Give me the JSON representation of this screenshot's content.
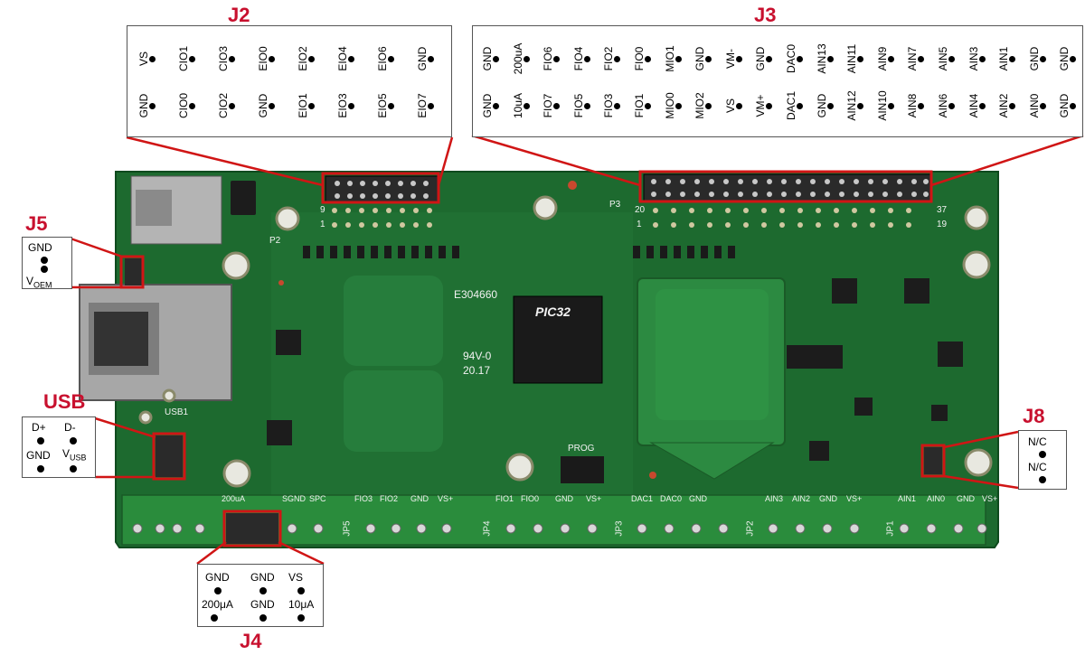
{
  "headers": {
    "j2": {
      "title": "J2",
      "top_row": [
        "VS",
        "CIO1",
        "CIO3",
        "EIO0",
        "EIO2",
        "EIO4",
        "EIO6",
        "GND"
      ],
      "bottom_row": [
        "GND",
        "CIO0",
        "CIO2",
        "GND",
        "EIO1",
        "EIO3",
        "EIO5",
        "EIO7"
      ]
    },
    "j3": {
      "title": "J3",
      "top_row": [
        "GND",
        "200uA",
        "FIO6",
        "FIO4",
        "FIO2",
        "FIO0",
        "MIO1",
        "GND",
        "VM-",
        "GND",
        "DAC0",
        "AIN13",
        "AIN11",
        "AIN9",
        "AIN7",
        "AIN5",
        "AIN3",
        "AIN1",
        "GND",
        "GND"
      ],
      "bottom_row": [
        "GND",
        "10uA",
        "FIO7",
        "FIO5",
        "FIO3",
        "FIO1",
        "MIO0",
        "MIO2",
        "VS",
        "VM+",
        "DAC1",
        "GND",
        "AIN12",
        "AIN10",
        "AIN8",
        "AIN6",
        "AIN4",
        "AIN2",
        "AIN0",
        "GND"
      ]
    },
    "j5": {
      "title": "J5",
      "pin1": "GND",
      "pin2_main": "V",
      "pin2_sub": "OEM"
    },
    "usb": {
      "title": "USB",
      "d_plus": "D+",
      "d_minus": "D-",
      "gnd": "GND",
      "vusb_main": "V",
      "vusb_sub": "USB"
    },
    "j8": {
      "title": "J8",
      "pin1": "N/C",
      "pin2": "N/C"
    },
    "j4": {
      "title": "J4",
      "top_row": [
        "GND",
        "GND",
        "VS"
      ],
      "bottom_row": [
        "200μA",
        "GND",
        "10μA"
      ]
    }
  },
  "board_silkscreen": {
    "chip_brand": "PIC32",
    "cert_code": "E304660",
    "rating": "94V-0",
    "date_code": "20.17",
    "prog_label": "PROG",
    "usb1": "USB1",
    "p2": "P2",
    "p3": "P3",
    "pin_1_left": "1",
    "pin_9": "9",
    "pin_20": "20",
    "pin_37": "37",
    "pin_1_right": "1",
    "pin_19": "19",
    "terminal_labels": [
      "200uA",
      "SGND",
      "SPC",
      "FIO3",
      "FIO2",
      "GND",
      "VS+",
      "FIO1",
      "FIO0",
      "GND",
      "VS+",
      "DAC1",
      "DAC0",
      "GND",
      "AIN3",
      "AIN2",
      "GND",
      "VS+",
      "AIN1",
      "AIN0",
      "GND",
      "VS+"
    ],
    "jp_labels": [
      "JP5",
      "JP4",
      "JP3",
      "JP2",
      "JP1"
    ]
  },
  "colors": {
    "title_red": "#c8102e",
    "pcb_green": "#1d6a2f",
    "pcb_light": "#2e8a44",
    "connector_green": "#2a8c3c",
    "highlight": "#d01515"
  }
}
